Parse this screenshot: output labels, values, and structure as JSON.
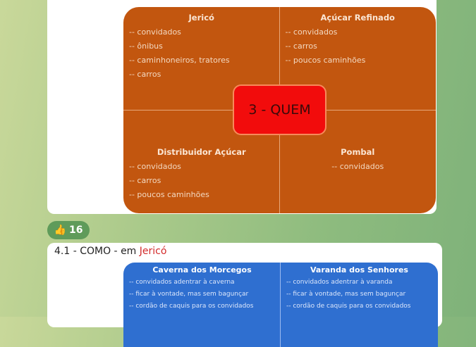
{
  "message1": {
    "title": "3 - QUEM",
    "quadrants": [
      {
        "heading": "Jericó",
        "items": [
          "-- convidados",
          "-- ônibus",
          "-- caminhoneiros, tratores",
          "-- carros"
        ]
      },
      {
        "heading": "Açúcar Refinado",
        "items": [
          "-- convidados",
          "-- carros",
          "-- poucos caminhões"
        ]
      },
      {
        "heading": "Distribuidor Açúcar",
        "items": [
          "-- convidados",
          "-- carros",
          "-- poucos caminhões"
        ]
      },
      {
        "heading": "Pombal",
        "items": [
          "-- convidados"
        ]
      }
    ],
    "colors": {
      "box": "#c2560f",
      "center": "#f20c0c"
    }
  },
  "reaction": {
    "icon": "thumbs-up-icon",
    "emoji": "👍",
    "count": "16"
  },
  "message2": {
    "title_prefix": "4.1 - COMO - em ",
    "title_highlight": "Jericó",
    "quadrants": [
      {
        "heading": "Caverna dos Morcegos",
        "items": [
          "-- convidados  adentrar à  caverna",
          "-- ficar à vontade, mas sem bagunçar",
          "-- cordão de caquis para os convidados"
        ]
      },
      {
        "heading": "Varanda dos Senhores",
        "items": [
          "-- convidados adentrar à varanda",
          "-- ficar à vontade, mas sem bagunçar",
          "-- cordão de caquis para os convidados"
        ]
      }
    ],
    "colors": {
      "box": "#2f6fd0",
      "highlight": "#d32a2a"
    }
  }
}
